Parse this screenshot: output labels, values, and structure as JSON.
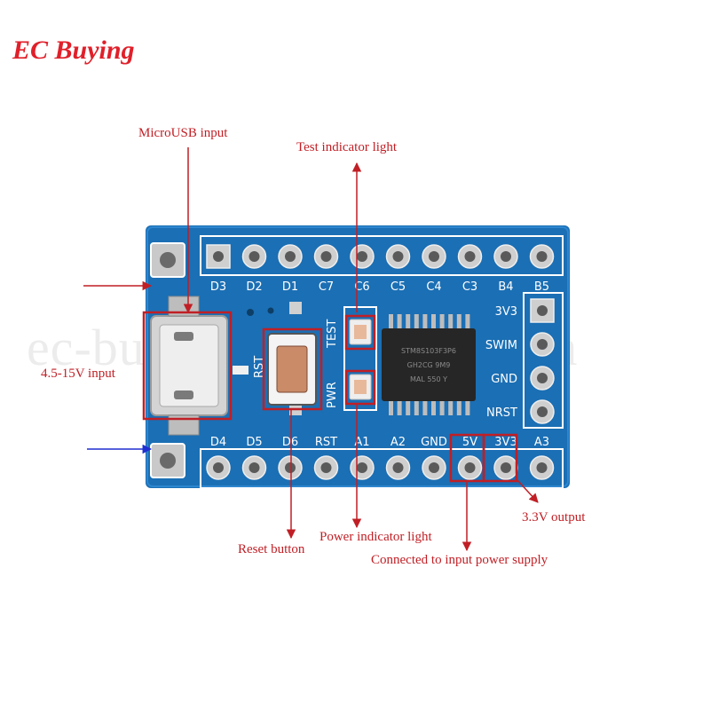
{
  "brand": "EC Buying",
  "watermark": "ec-buying.en.alibaba.com",
  "colors": {
    "brand": "#e0202a",
    "board": "#1b6fb4",
    "annotation": "#c01f25",
    "arrow_ground": "#1f2fd1"
  },
  "annotations": {
    "microusb": "MicroUSB input",
    "test_light": "Test indicator light",
    "input_range": "4.5-15V input",
    "reset": "Reset button",
    "power_light": "Power indicator light",
    "connected": "Connected to input power supply",
    "output33": "3.3V output"
  },
  "board": {
    "top_pins": [
      "D3",
      "D2",
      "D1",
      "C7",
      "C6",
      "C5",
      "C4",
      "C3",
      "B4",
      "B5"
    ],
    "bottom_pins": [
      "D4",
      "D5",
      "D6",
      "RST",
      "A1",
      "A2",
      "GND",
      "5V",
      "3V3",
      "A3"
    ],
    "side_pins": [
      "3V3",
      "SWIM",
      "GND",
      "NRST"
    ],
    "rst_label": "RST",
    "pwr_label": "PWR",
    "test_label": "TEST",
    "chip_text": [
      "STM8S103F3P6",
      "GH2CG 9M9",
      "MAL 550 Y"
    ]
  }
}
